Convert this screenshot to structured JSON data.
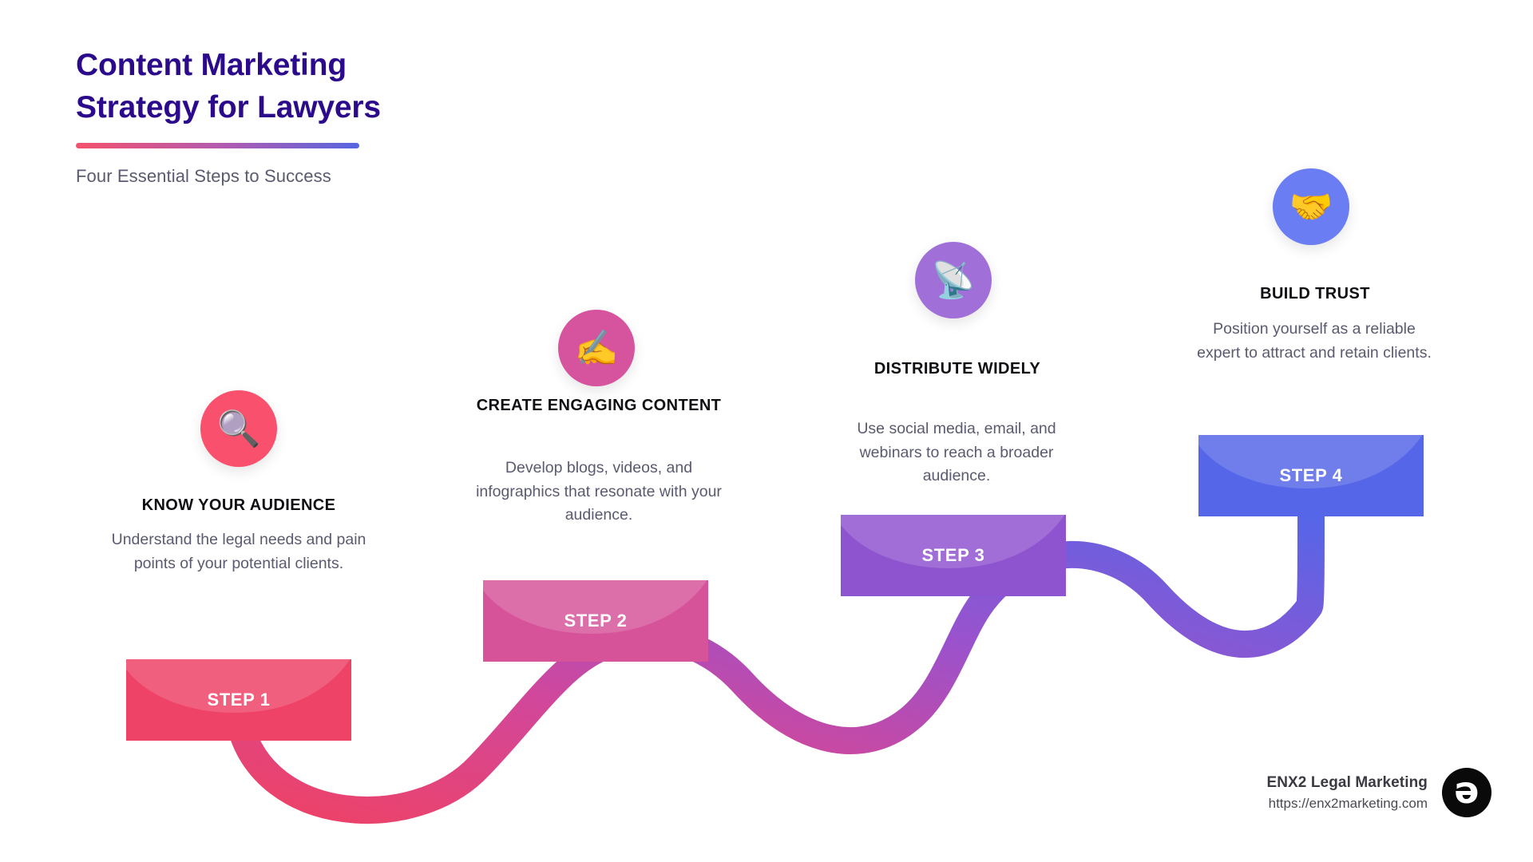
{
  "header": {
    "title": "Content Marketing\nStrategy for Lawyers",
    "subtitle": "Four Essential Steps to Success",
    "title_color": "#2B0B8C",
    "accent_gradient_from": "#F4516C",
    "accent_gradient_to": "#5566E0"
  },
  "steps": [
    {
      "banner_label": "STEP 1",
      "heading": "KNOW YOUR AUDIENCE",
      "description": "Understand the legal needs and pain points of your potential clients.",
      "icon": "magnifying-glass-icon",
      "icon_glyph": "🔍",
      "color": "#F9506E",
      "banner_color": "#EE4266"
    },
    {
      "banner_label": "STEP 2",
      "heading": "CREATE ENGAGING CONTENT",
      "description": "Develop blogs, videos, and infographics that resonate with your audience.",
      "icon": "writing-hand-icon",
      "icon_glyph": "✍️",
      "color": "#D6539E",
      "banner_color": "#D65399"
    },
    {
      "banner_label": "STEP 3",
      "heading": "DISTRIBUTE WIDELY",
      "description": "Use social media, email, and webinars to reach a broader audience.",
      "icon": "satellite-antenna-icon",
      "icon_glyph": "📡",
      "color": "#A06FD8",
      "banner_color": "#8E53CE"
    },
    {
      "banner_label": "STEP 4",
      "heading": "BUILD TRUST",
      "description": "Position yourself as a reliable expert to attract and retain clients.",
      "icon": "handshake-icon",
      "icon_glyph": "🤝",
      "color": "#6A7DF2",
      "banner_color": "#5566E8"
    }
  ],
  "footer": {
    "brand_name": "ENX2 Legal Marketing",
    "brand_url": "https://enx2marketing.com",
    "logo_icon": "enx2-logo-icon",
    "logo_glyph": "ə"
  }
}
